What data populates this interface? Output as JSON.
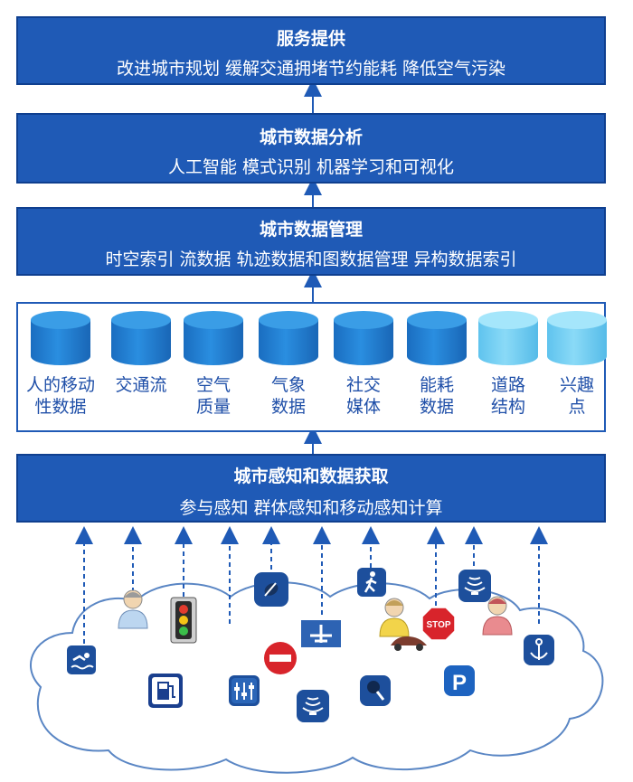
{
  "layers": {
    "service": {
      "title": "服务提供",
      "subtitle": "改进城市规划 缓解交通拥堵节约能耗 降低空气污染"
    },
    "analysis": {
      "title": "城市数据分析",
      "subtitle": "人工智能 模式识别 机器学习和可视化"
    },
    "management": {
      "title": "城市数据管理",
      "subtitle": "时空索引 流数据 轨迹数据和图数据管理 异构数据索引"
    },
    "sensing": {
      "title": "城市感知和数据获取",
      "subtitle": "参与感知 群体感知和移动感知计算"
    }
  },
  "data_sources": [
    {
      "label": "人的移动\n性数据",
      "shade": "dark"
    },
    {
      "label": "交通流",
      "shade": "dark"
    },
    {
      "label": "空气\n质量",
      "shade": "dark"
    },
    {
      "label": "气象\n数据",
      "shade": "dark"
    },
    {
      "label": "社交\n媒体",
      "shade": "dark"
    },
    {
      "label": "能耗\n数据",
      "shade": "dark"
    },
    {
      "label": "道路\n结构",
      "shade": "light"
    },
    {
      "label": "兴趣\n点",
      "shade": "light"
    }
  ],
  "sensor_icons": [
    "swimmer-icon",
    "person-icon",
    "traffic-light-icon",
    "fuel-station-icon",
    "settings-sliders-icon",
    "map-pin-icon",
    "no-entry-icon",
    "airport-icon",
    "wifi-signal-icon",
    "magnifier-icon",
    "walking-person-icon",
    "person-icon",
    "stop-sign-icon",
    "parking-icon",
    "person-icon",
    "wifi-signal-icon",
    "anchor-icon"
  ],
  "colors": {
    "primary": "#1f5ab6",
    "dark_cylinder": "#2a8ee0",
    "light_cylinder": "#8adaf7",
    "cloud": "#5a86c4"
  }
}
